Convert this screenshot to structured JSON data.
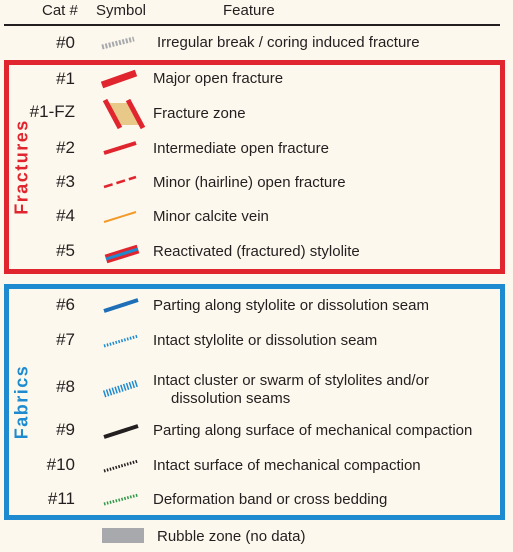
{
  "header": {
    "cat": "Cat #",
    "symbol": "Symbol",
    "feature": "Feature"
  },
  "groups": {
    "fractures": "Fractures",
    "fabrics": "Fabrics"
  },
  "colors": {
    "fracture_red": "#e0252f",
    "fabric_blue": "#1e8bd0",
    "calcite_orange": "#f39a2a",
    "zone_fill": "#e9c98a",
    "break_gray": "#a7a9ac",
    "band_green": "#2e9a47",
    "black": "#231f20"
  },
  "rows": [
    {
      "cat": "#0",
      "feature": "Irregular break / coring induced fracture",
      "symbol": "gray-dashed-thick-line"
    },
    {
      "cat": "#1",
      "feature": "Major open fracture",
      "symbol": "thick-red-line"
    },
    {
      "cat": "#1-FZ",
      "feature": "Fracture zone",
      "symbol": "fracture-zone-parallelogram"
    },
    {
      "cat": "#2",
      "feature": "Intermediate open fracture",
      "symbol": "medium-red-line"
    },
    {
      "cat": "#3",
      "feature": "Minor (hairline) open fracture",
      "symbol": "dashed-red-line"
    },
    {
      "cat": "#4",
      "feature": "Minor calcite vein",
      "symbol": "thin-orange-line"
    },
    {
      "cat": "#5",
      "feature": "Reactivated (fractured) stylolite",
      "symbol": "red-blue-striped-line"
    },
    {
      "cat": "#6",
      "feature": "Parting along stylolite or dissolution seam",
      "symbol": "solid-blue-line"
    },
    {
      "cat": "#7",
      "feature": "Intact stylolite or dissolution seam",
      "symbol": "dotted-blue-line"
    },
    {
      "cat": "#8",
      "feature": "Intact cluster or swarm of stylolites and/or",
      "feature2": "dissolution seams",
      "symbol": "thick-dotted-blue-line"
    },
    {
      "cat": "#9",
      "feature": "Parting along surface of mechanical compaction",
      "symbol": "solid-black-line"
    },
    {
      "cat": "#10",
      "feature": "Intact surface of mechanical compaction",
      "symbol": "dotted-black-line"
    },
    {
      "cat": "#11",
      "feature": "Deformation band or cross bedding",
      "symbol": "dotted-green-line"
    },
    {
      "cat": "",
      "feature": "Rubble zone (no data)",
      "symbol": "gray-rectangle"
    }
  ]
}
